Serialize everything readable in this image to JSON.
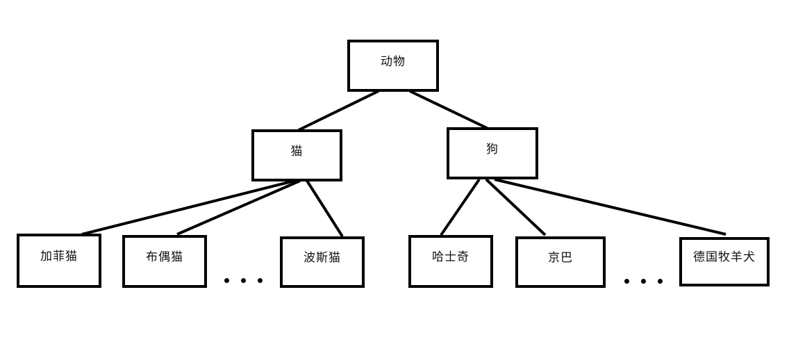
{
  "diagram": {
    "type": "hierarchy-tree",
    "background_color": "#ffffff",
    "line_color": "#000000",
    "box_fill": "#ffffff",
    "nodes": {
      "root": {
        "label": "动物"
      },
      "level2": [
        {
          "id": "cat",
          "label": "猫"
        },
        {
          "id": "dog",
          "label": "狗"
        }
      ],
      "level3": [
        {
          "id": "garfield",
          "label": "加菲猫",
          "parent": "cat"
        },
        {
          "id": "ragdoll",
          "label": "布偶猫",
          "parent": "cat"
        },
        {
          "id": "persian",
          "label": "波斯猫",
          "parent": "cat"
        },
        {
          "id": "husky",
          "label": "哈士奇",
          "parent": "dog"
        },
        {
          "id": "pekingese",
          "label": "京巴",
          "parent": "dog"
        },
        {
          "id": "german-shepherd",
          "label": "德国牧羊犬",
          "parent": "dog"
        }
      ]
    },
    "ellipses": [
      {
        "id": "cat-more",
        "dots": 3
      },
      {
        "id": "dog-more",
        "dots": 3
      }
    ]
  }
}
